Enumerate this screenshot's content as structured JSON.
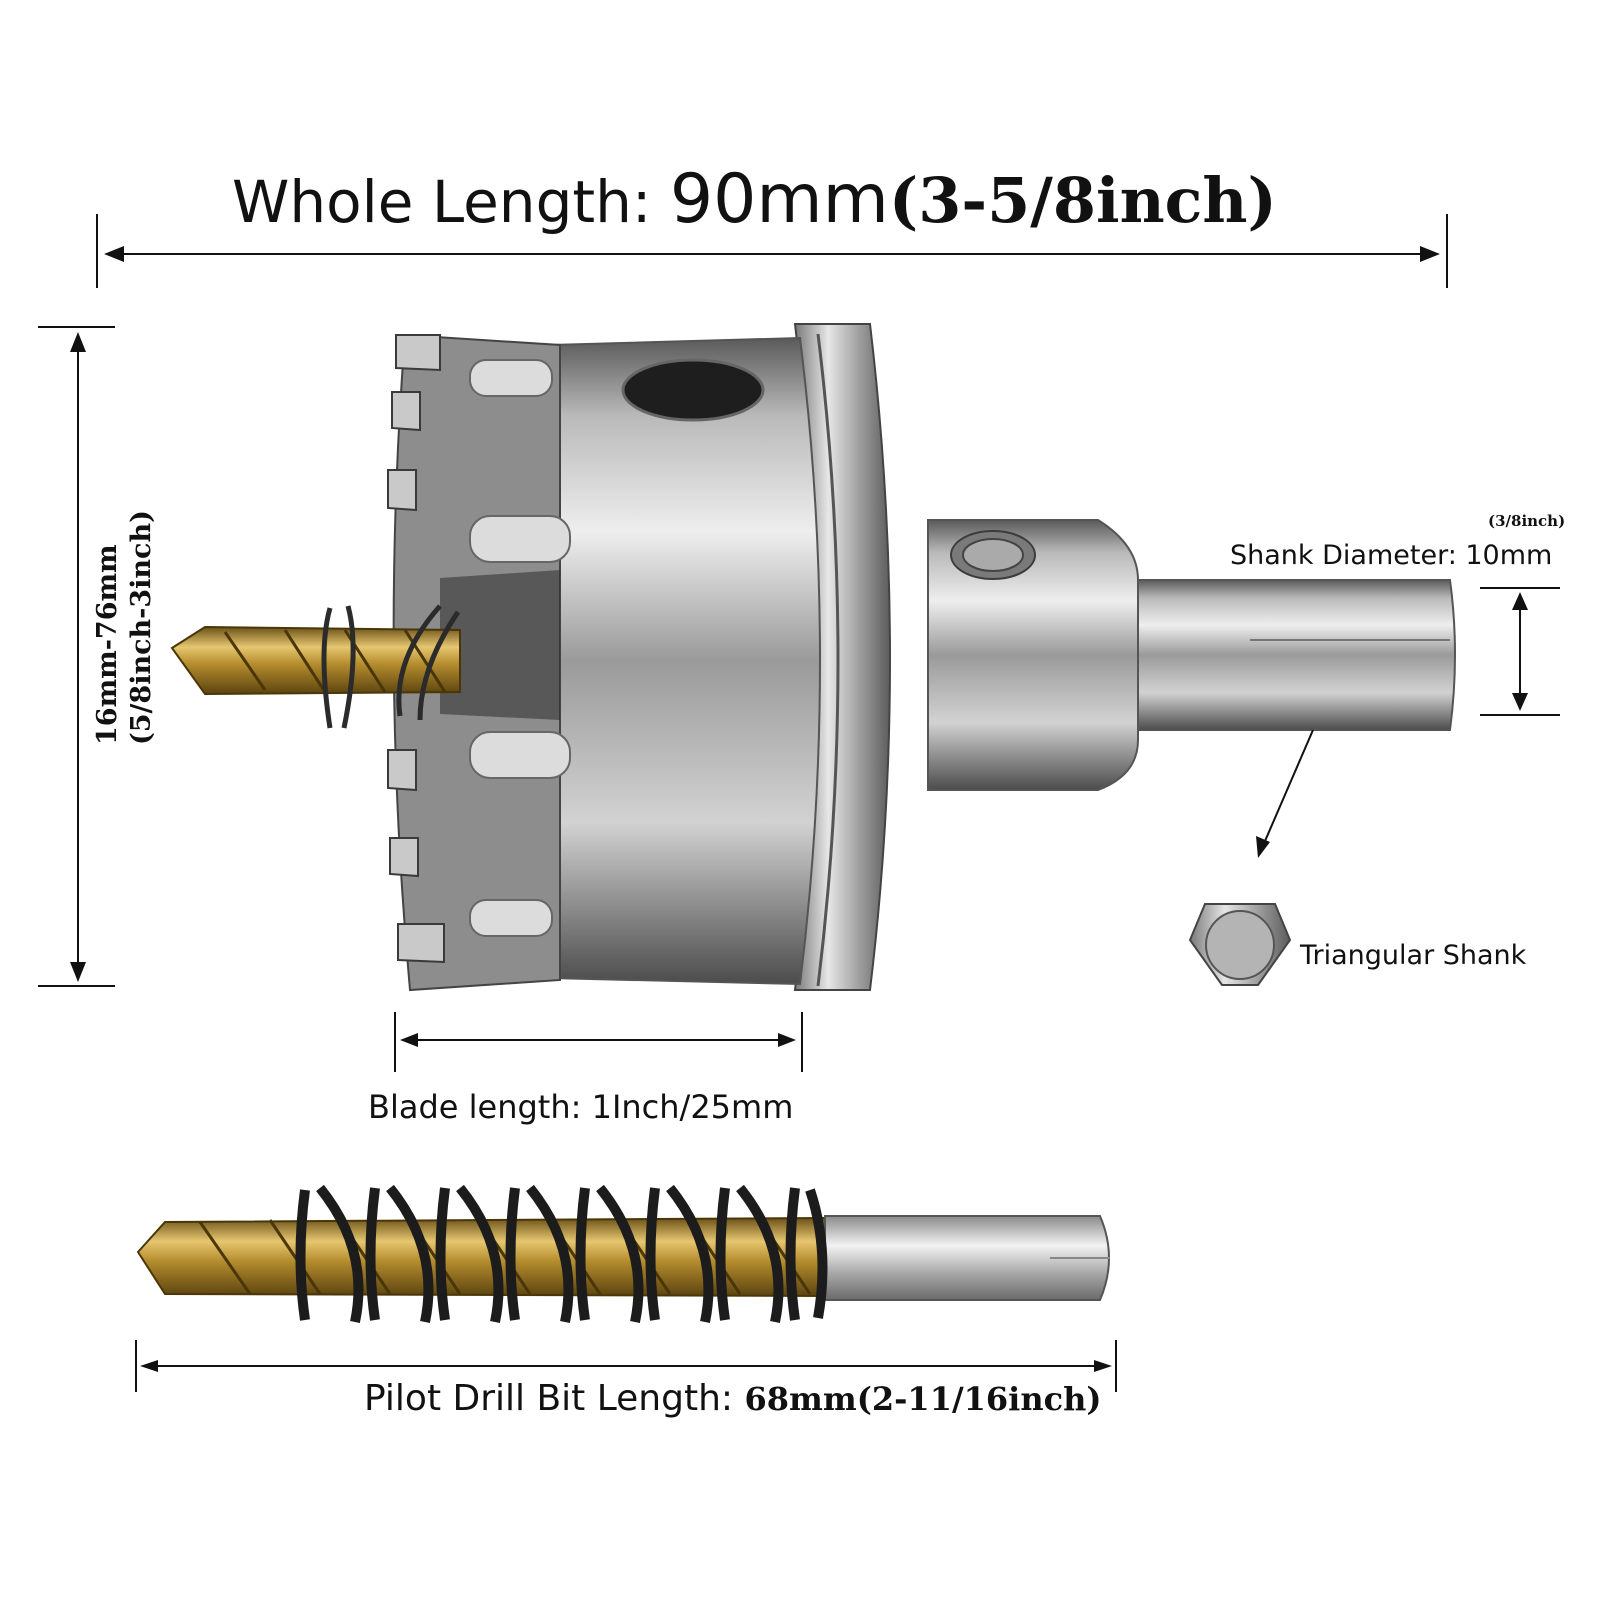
{
  "whole_length": {
    "label": "Whole Length:",
    "value": "90mm",
    "inch": "(3-5/8inch)"
  },
  "diameter_range": {
    "mm": "16mm-76mm",
    "inch": "(5/8inch-3inch)"
  },
  "shank": {
    "small": "(3/8inch)",
    "label": "Shank Diameter: 10mm"
  },
  "triangular_shank": {
    "label": "Triangular Shank"
  },
  "blade": {
    "label": "Blade length: 1Inch/25mm"
  },
  "pilot": {
    "label": "Pilot Drill Bit Length: ",
    "value": "68mm(2-11/16inch)"
  }
}
